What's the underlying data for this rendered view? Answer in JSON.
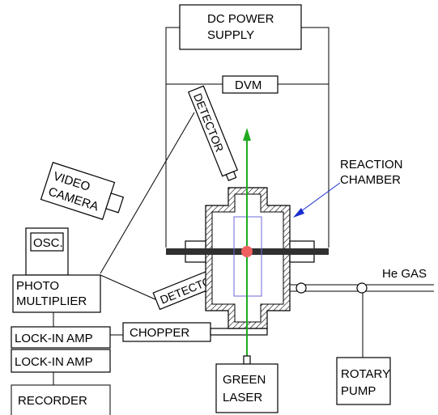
{
  "labels": {
    "dc_power_line1": "DC POWER",
    "dc_power_line2": "SUPPLY",
    "dvm": "DVM",
    "detector_top": "DETECTOR",
    "detector_bottom": "DETECTOR",
    "reaction_line1": "REACTION",
    "reaction_line2": "CHAMBER",
    "video_line1": "VIDEO",
    "video_line2": "CAMERA",
    "osc": "OSC.",
    "photo_line1": "PHOTO",
    "photo_line2": "MULTIPLIER",
    "lockin_1": "LOCK-IN AMP",
    "lockin_2": "LOCK-IN AMP",
    "recorder": "RECORDER",
    "chopper": "CHOPPER",
    "he_gas": "He GAS",
    "laser_line1": "GREEN",
    "laser_line2": "LASER",
    "pump_line1": "ROTARY",
    "pump_line2": "PUMP"
  },
  "colors": {
    "beam": "#1faa1f",
    "arrow": "#1a2fcf",
    "sample": "#f06060",
    "plate": "#303030",
    "probe_box": "#6a6ad8"
  }
}
